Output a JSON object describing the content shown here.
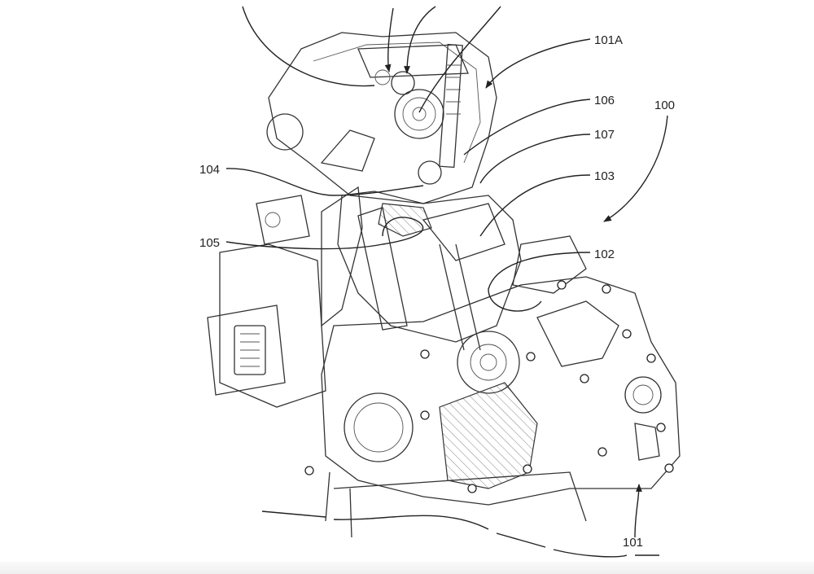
{
  "figure": {
    "reference_labels": {
      "engine": "100",
      "crankcase": "101",
      "cylinder_head": "101A",
      "label_102": "102",
      "label_103": "103",
      "label_104": "104",
      "label_105": "105",
      "label_106": "106",
      "label_107": "107"
    }
  }
}
